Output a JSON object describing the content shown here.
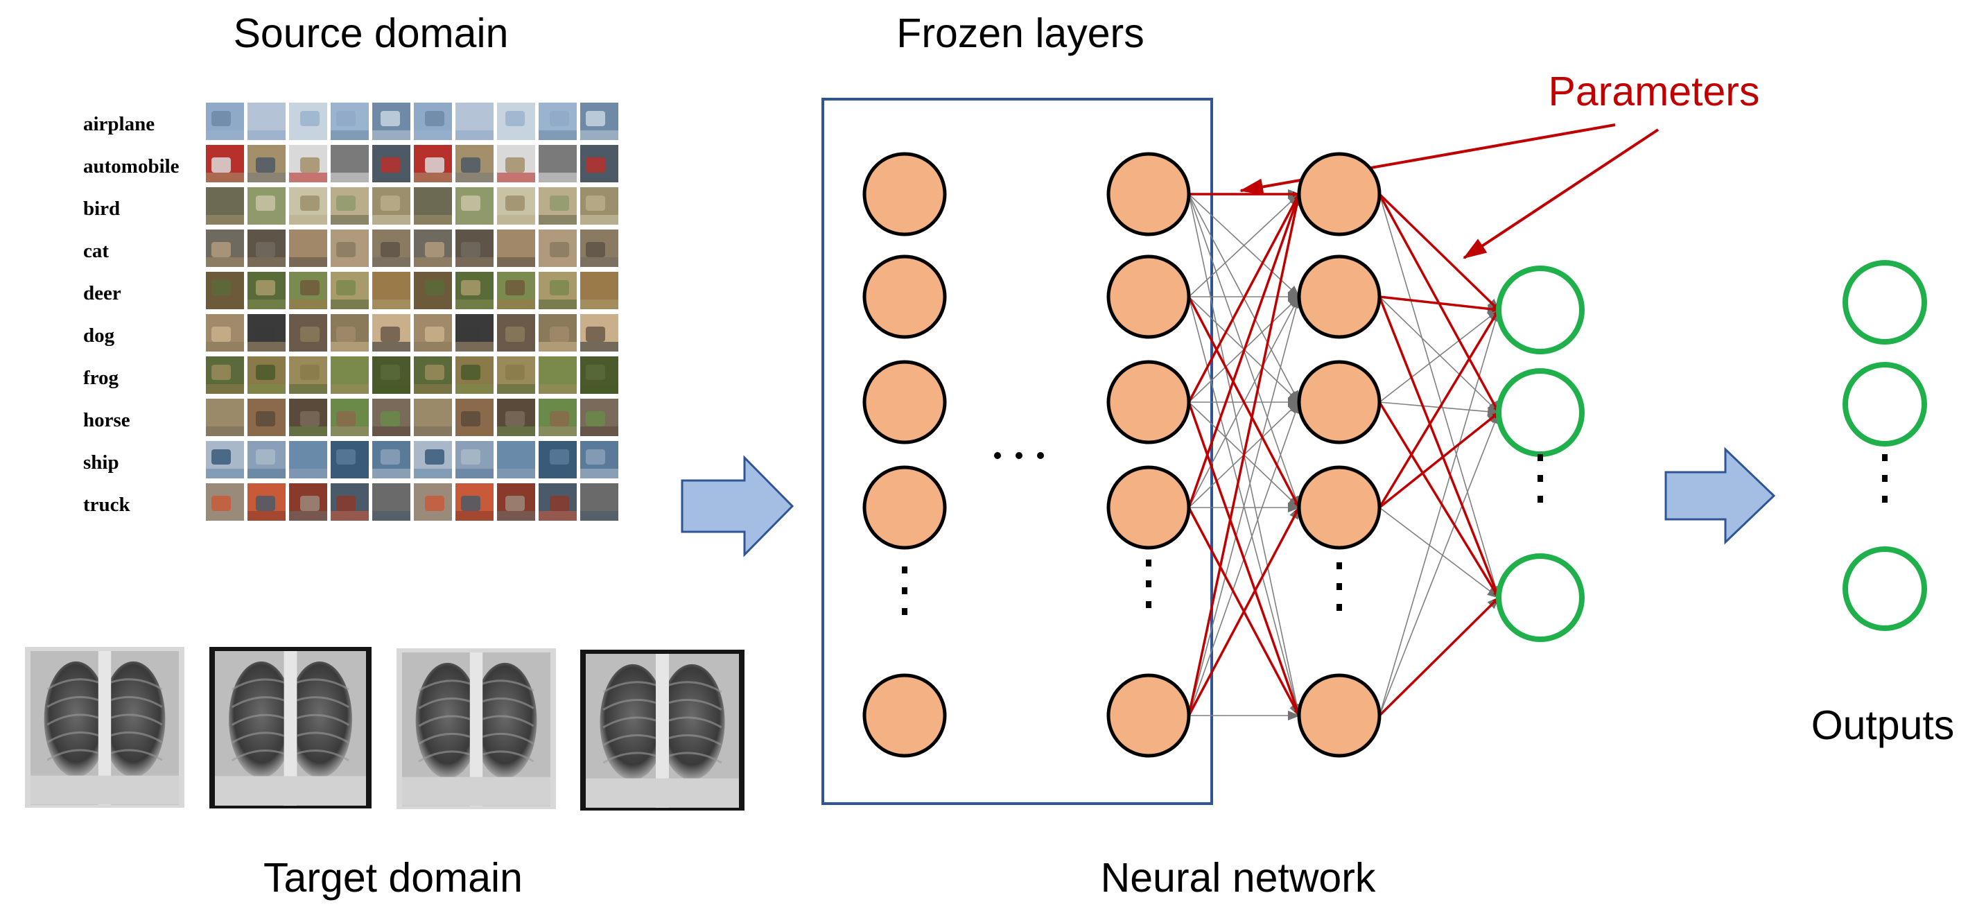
{
  "labels": {
    "source_domain": "Source domain",
    "target_domain": "Target domain",
    "frozen_layers": "Frozen layers",
    "neural_network": "Neural network",
    "parameters": "Parameters",
    "outputs": "Outputs"
  },
  "class_labels": [
    "airplane",
    "automobile",
    "bird",
    "cat",
    "deer",
    "dog",
    "frog",
    "horse",
    "ship",
    "truck"
  ],
  "image_grid": {
    "rows": 10,
    "cols": 10
  },
  "xray_count": 4,
  "colors": {
    "frozen_box": "#2f5597",
    "node_fill": "#f4b183",
    "node_stroke": "#000000",
    "output_stroke": "#1fb04b",
    "highlight": "#c00000",
    "connection": "#808080",
    "arrow_fill": "#a4bde3",
    "arrow_stroke": "#2f5597"
  },
  "network": {
    "frozen_layer_count": 2,
    "hidden_nodes_per_layer": 5,
    "output_nodes_per_layer": 3
  }
}
